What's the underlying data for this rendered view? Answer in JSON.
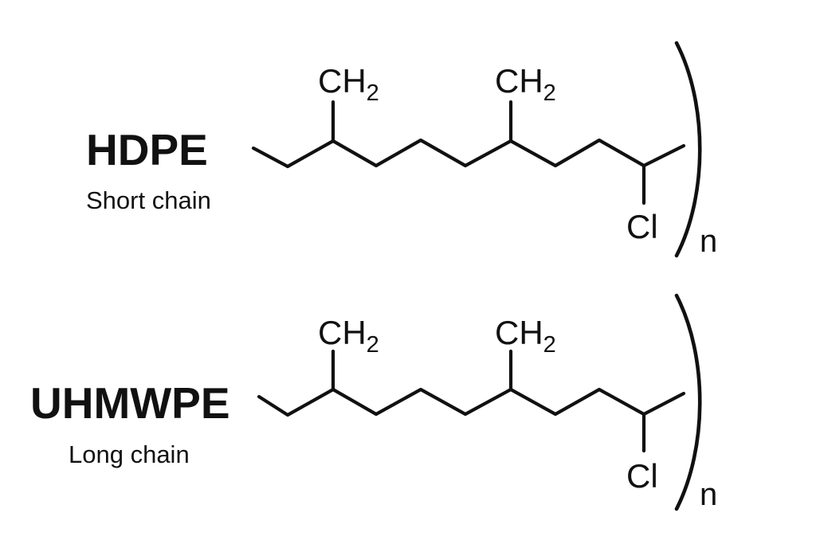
{
  "polymers": [
    {
      "name": "HDPE",
      "description": "Short chain",
      "branch_group": "CH",
      "branch_subscript": "2",
      "substituent": "Cl",
      "repeat_symbol": "n"
    },
    {
      "name": "UHMWPE",
      "description": "Long chain",
      "branch_group": "CH",
      "branch_subscript": "2",
      "substituent": "Cl",
      "repeat_symbol": "n"
    }
  ]
}
